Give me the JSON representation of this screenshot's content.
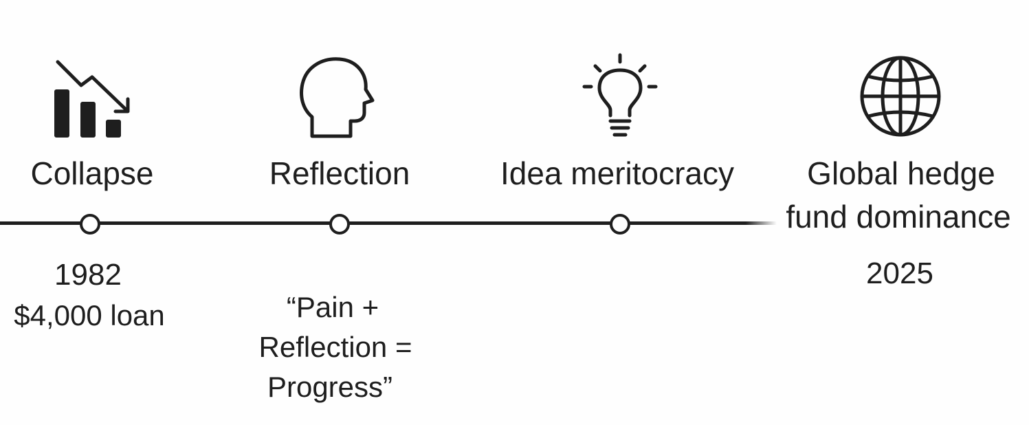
{
  "milestones": [
    {
      "title": "Collapse",
      "icon": "declining-bar-chart-icon",
      "year": "1982",
      "note": "$4,000 loan"
    },
    {
      "title": "Reflection",
      "icon": "human-head-icon",
      "quote_line1": "“Pain +",
      "quote_line2": "Reflection =",
      "quote_line3": "Progress”"
    },
    {
      "title": "Idea meritocracy",
      "icon": "lightbulb-icon"
    },
    {
      "title_line1": "Global hedge",
      "title_line2": "fund dominance",
      "icon": "globe-icon",
      "year": "2025"
    }
  ],
  "colors": {
    "ink": "#1e1e1e",
    "background": "#fefefe"
  }
}
